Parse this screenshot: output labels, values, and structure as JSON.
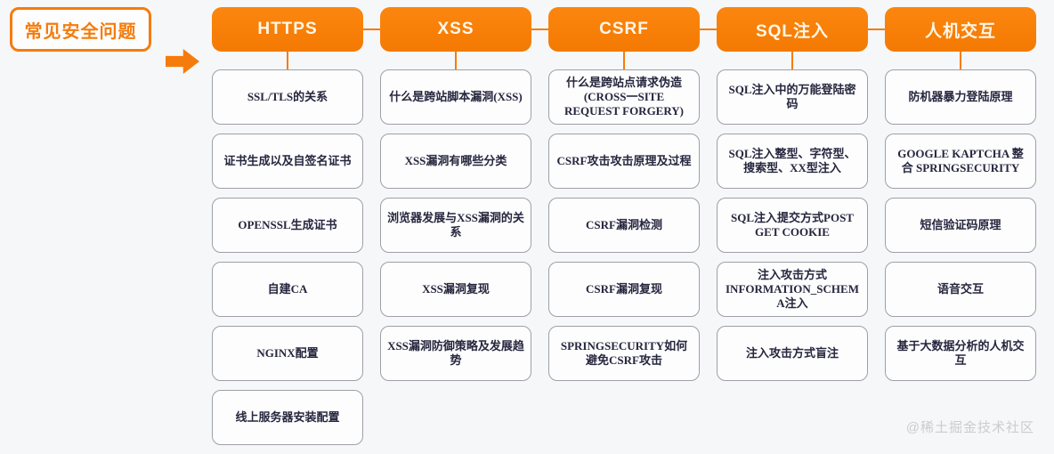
{
  "root": {
    "label": "常见安全问题"
  },
  "watermark": "@稀土掘金技术社区",
  "colors": {
    "accent_orange": "#f57c0c",
    "header_text": "#fff6e8",
    "card_border": "#9fa0a6",
    "card_text": "#26263e",
    "background": "#f6f7f9",
    "watermark_text": "#cbccd1"
  },
  "columns": [
    {
      "header": "HTTPS",
      "items": [
        "SSL/TLS的关系",
        "证书生成以及自签名证书",
        "OPENSSL生成证书",
        "自建CA",
        "NGINX配置",
        "线上服务器安装配置"
      ]
    },
    {
      "header": "XSS",
      "items": [
        "什么是跨站脚本漏洞(XSS)",
        "XSS漏洞有哪些分类",
        "浏览器发展与XSS漏洞的关系",
        "XSS漏洞复现",
        "XSS漏洞防御策略及发展趋势"
      ]
    },
    {
      "header": "CSRF",
      "items": [
        "什么是跨站点请求伪造 (CROSS一SITE REQUEST FORGERY)",
        "CSRF攻击攻击原理及过程",
        "CSRF漏洞检测",
        "CSRF漏洞复现",
        "SPRINGSECURITY如何避免CSRF攻击"
      ]
    },
    {
      "header": "SQL注入",
      "items": [
        "SQL注入中的万能登陆密码",
        "SQL注入整型、字符型、搜索型、XX型注入",
        "SQL注入提交方式POST GET COOKIE",
        "注入攻击方式 INFORMATION_SCHEMA注入",
        "注入攻击方式盲注"
      ]
    },
    {
      "header": "人机交互",
      "items": [
        "防机器暴力登陆原理",
        "GOOGLE KAPTCHA 整合 SPRINGSECURITY",
        "短信验证码原理",
        "语音交互",
        "基于大数据分析的人机交互"
      ]
    }
  ]
}
